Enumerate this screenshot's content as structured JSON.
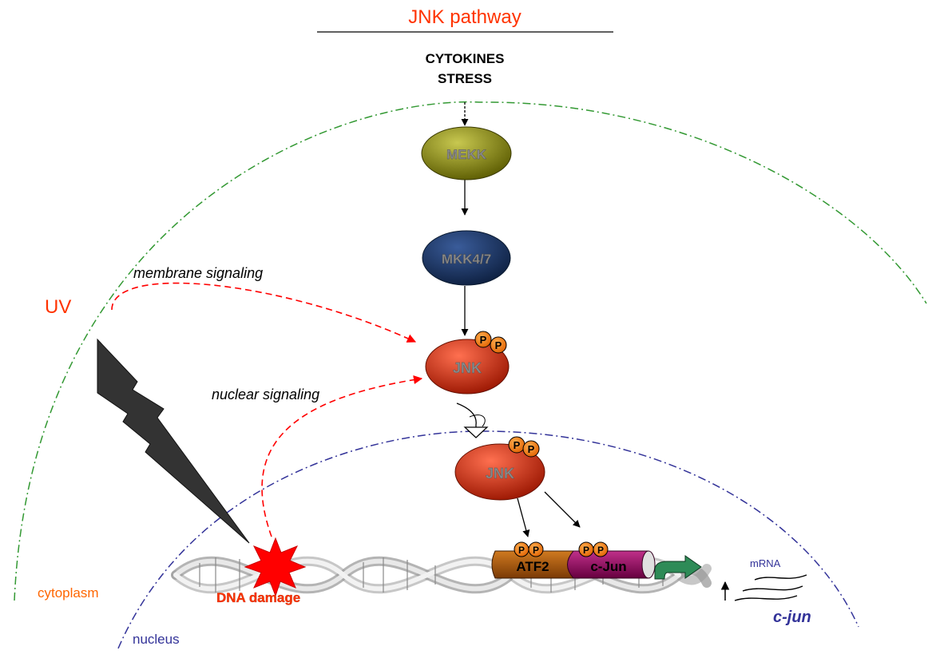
{
  "title": "JNK pathway",
  "stimuli": {
    "line1": "CYTOKINES",
    "line2": "STRESS"
  },
  "nodes": {
    "mekk": "MEKK",
    "mkk": "MKK4/7",
    "jnk_cyto": "JNK",
    "jnk_nuc": "JNK",
    "atf2": "ATF2",
    "cjun": "c-Jun"
  },
  "phospho": "P",
  "labels": {
    "uv": "UV",
    "membrane_signaling": "membrane signaling",
    "nuclear_signaling": "nuclear signaling",
    "dna_damage": "DNA damage",
    "cytoplasm": "cytoplasm",
    "nucleus": "nucleus",
    "mrna": "mRNA",
    "cjun_gene": "c-jun"
  },
  "colors": {
    "title": "#ff3300",
    "uv": "#ff3300",
    "cytoplasm_label": "#ff6600",
    "nucleus_label": "#333399",
    "cell_membrane": "#339933",
    "nuclear_membrane": "#333399",
    "signal_arrow": "#ff0000",
    "mekk": "#808000",
    "mkk": "#1f3864",
    "jnk": "#cc2200",
    "atf2": "#a0520a",
    "cjun": "#990066",
    "phospho": "#ff8000",
    "transcription_arrow": "#2e8b57",
    "gene": "#333399"
  }
}
